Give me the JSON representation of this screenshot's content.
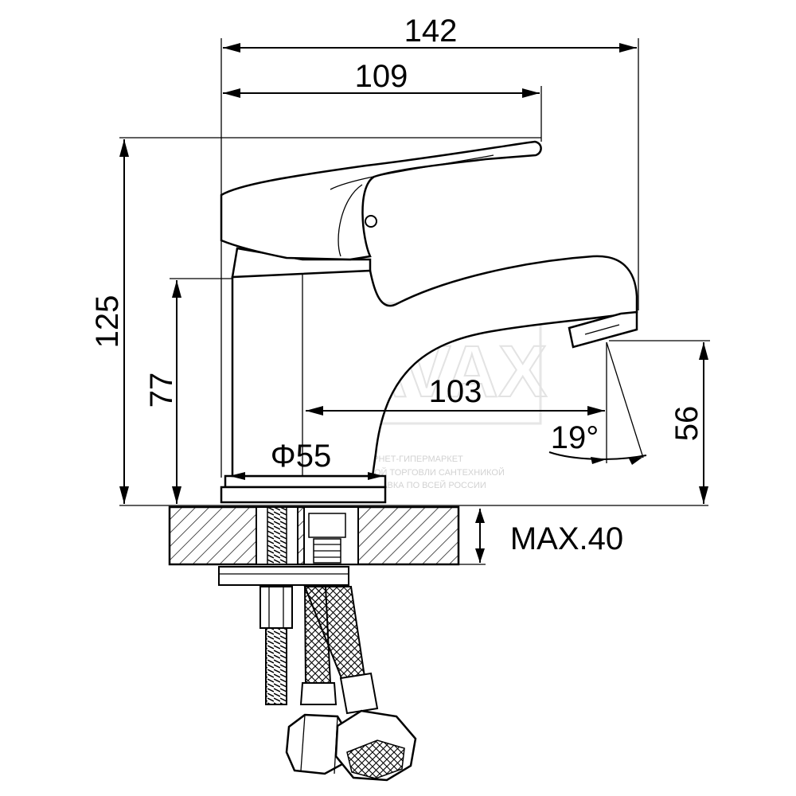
{
  "dimensions": {
    "overall_width": "142",
    "handle_width": "109",
    "overall_height": "125",
    "body_height": "77",
    "spout_reach": "103",
    "spout_angle": "19°",
    "spout_height": "56",
    "base_diameter": "Φ55",
    "max_deck_thickness": "MAX.40"
  },
  "watermark": {
    "logo": "BRAVAX",
    "line1": "ИНТЕРНЕТ-ГИПЕРМАРКЕТ",
    "line2": "ОПТОВО-РОЗНИЧНОЙ ТОРГОВЛИ САНТЕХНИКОЙ",
    "line3": "ДОСТАВКА ПО ВСЕЙ РОССИИ"
  },
  "colors": {
    "line": "#000000",
    "background": "#ffffff",
    "watermark": "#d8d8d8"
  }
}
